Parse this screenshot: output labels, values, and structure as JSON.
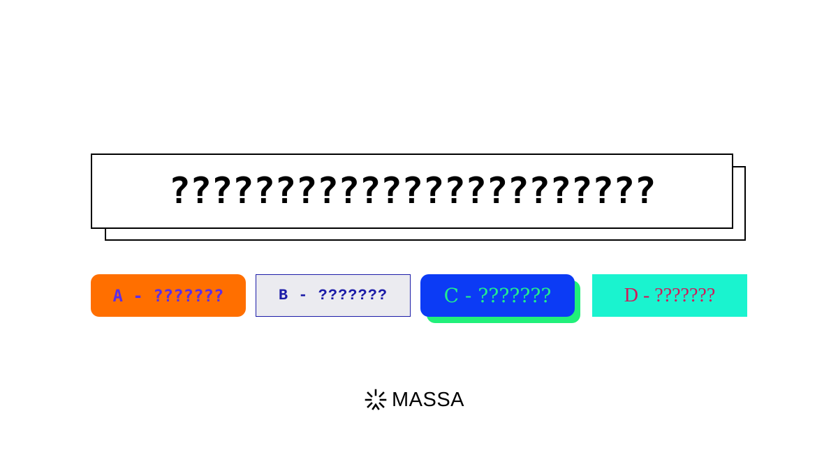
{
  "question": {
    "text": "???????????????????????"
  },
  "answers": [
    {
      "label": "A - ???????",
      "background": "#ff6f00",
      "text_color": "#5b2ee8"
    },
    {
      "label": "B - ???????",
      "background": "#ebebf0",
      "text_color": "#1c1ca8"
    },
    {
      "label": "C - ???????",
      "background": "#0c3bf5",
      "text_color": "#22ec8e",
      "shadow_color": "#21f07a"
    },
    {
      "label": "D - ???????",
      "background": "#1af3cf",
      "text_color": "#d01a5a"
    }
  ],
  "brand": {
    "name": "MASSA",
    "logo_icon": "massa-logo-icon"
  }
}
